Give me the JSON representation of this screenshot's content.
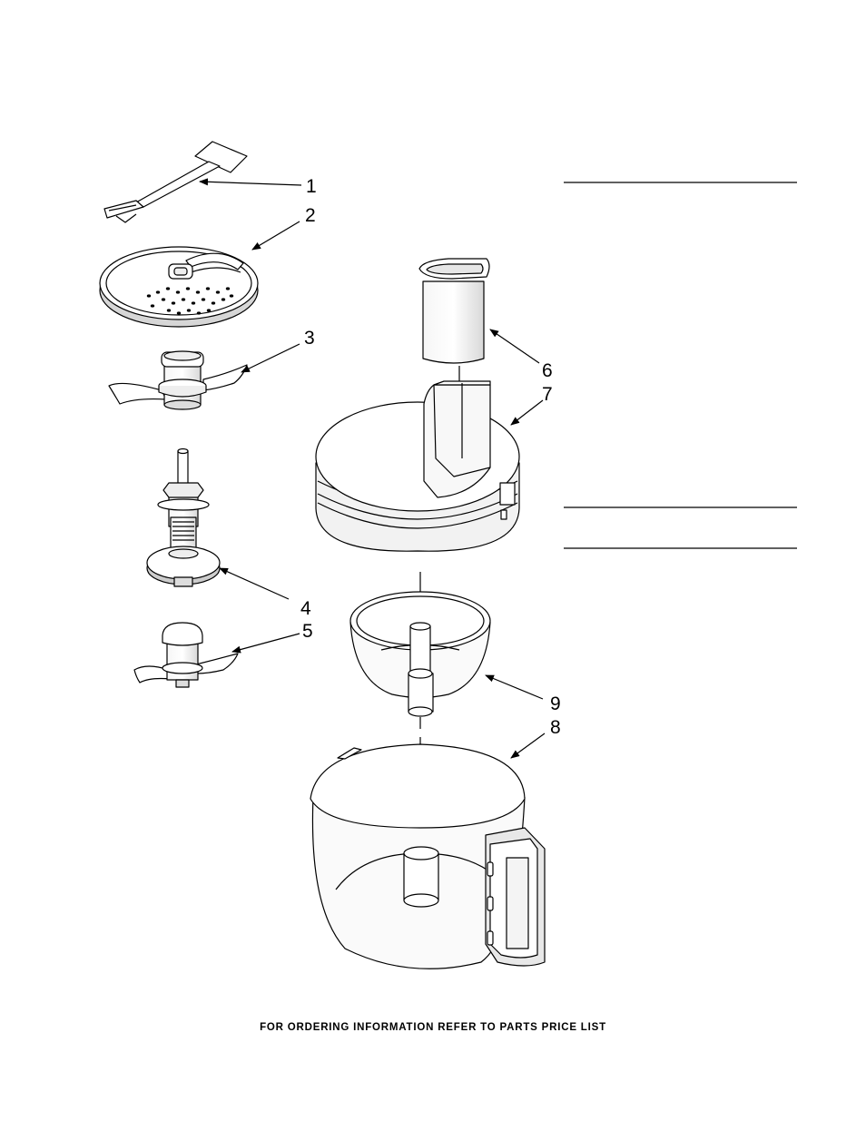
{
  "callouts": [
    {
      "id": 1,
      "label": "1"
    },
    {
      "id": 2,
      "label": "2"
    },
    {
      "id": 3,
      "label": "3"
    },
    {
      "id": 4,
      "label": "4"
    },
    {
      "id": 5,
      "label": "5"
    },
    {
      "id": 6,
      "label": "6"
    },
    {
      "id": 7,
      "label": "7"
    },
    {
      "id": 8,
      "label": "8"
    },
    {
      "id": 9,
      "label": "9"
    }
  ],
  "footer": "FOR ORDERING INFORMATION REFER TO PARTS PRICE LIST"
}
